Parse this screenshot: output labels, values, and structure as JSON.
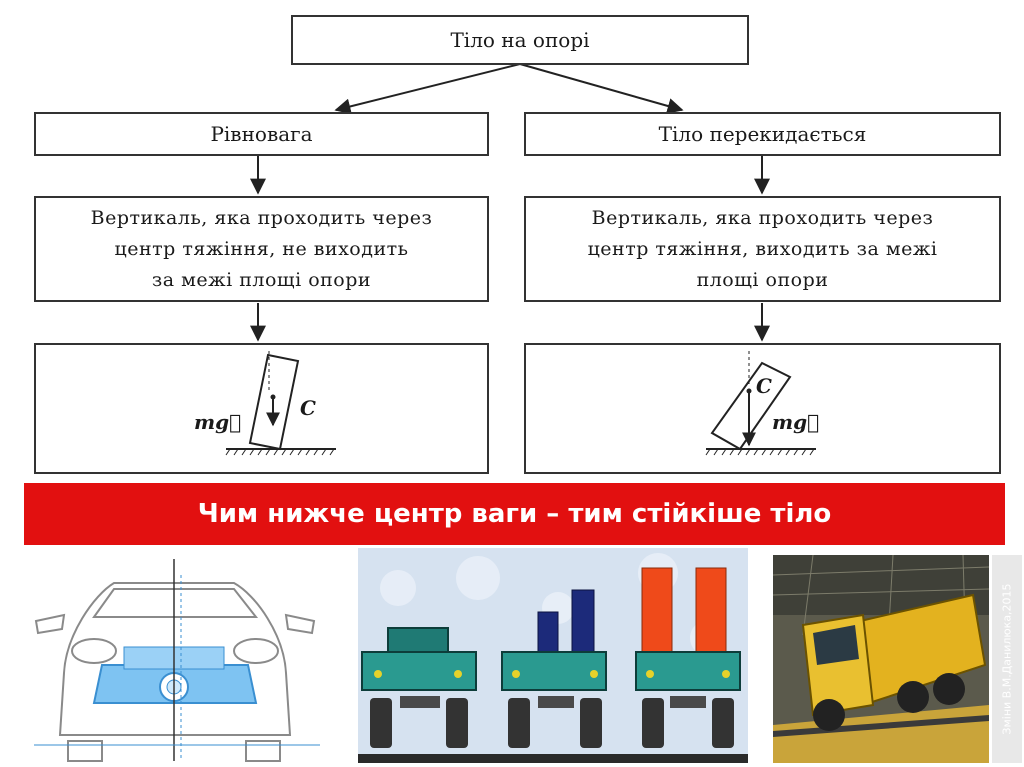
{
  "diagram": {
    "root": "Тіло на опорі",
    "left_title": "Рівновага",
    "right_title": "Тіло перекидається",
    "left_condition": [
      "Вертикаль, яка проходить через",
      "центр тяжіння, не виходить",
      "за межі площі опори"
    ],
    "right_condition": [
      "Вертикаль, яка проходить через",
      "центр тяжіння, виходить за межі",
      "площі опори"
    ],
    "left_figure": {
      "force_label": "mg⃗",
      "point_label": "C"
    },
    "right_figure": {
      "force_label": "mg⃗",
      "point_label": "C"
    }
  },
  "banner": {
    "text": "Чим нижче центр ваги – тим стійкіше тіло",
    "color": "#e21010"
  },
  "watermark": {
    "text": "Зміни В.М.Данилюка,2015"
  },
  "photos": {
    "car": "car-outline-drawing",
    "trucks": "three-toy-trucks-with-blocks",
    "dump_truck": "tilted-dump-truck-on-test-ramp"
  }
}
